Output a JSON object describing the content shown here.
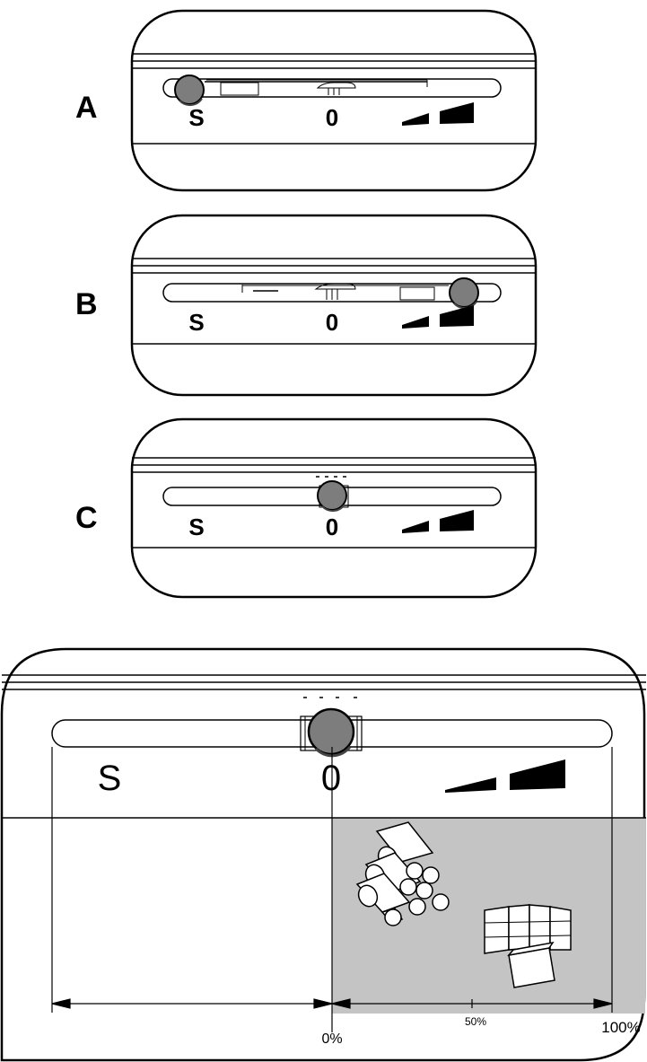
{
  "panels": [
    {
      "label": "A",
      "knob_position": "S",
      "mark_s": "S",
      "mark_zero": "0"
    },
    {
      "label": "B",
      "knob_position": "max",
      "mark_s": "S",
      "mark_zero": "0"
    },
    {
      "label": "C",
      "knob_position": "0",
      "mark_s": "S",
      "mark_zero": "0"
    }
  ],
  "detail": {
    "mark_s": "S",
    "mark_zero": "0",
    "scale_start": "0%",
    "scale_mid": "50%",
    "scale_end": "100%",
    "fuel_icons": [
      "log-stack-icon",
      "wood-briquette-icon"
    ],
    "shaded_zone_color": "#c4c4c4"
  },
  "colors": {
    "knob": "#7d7d7d",
    "outline": "#000000"
  }
}
